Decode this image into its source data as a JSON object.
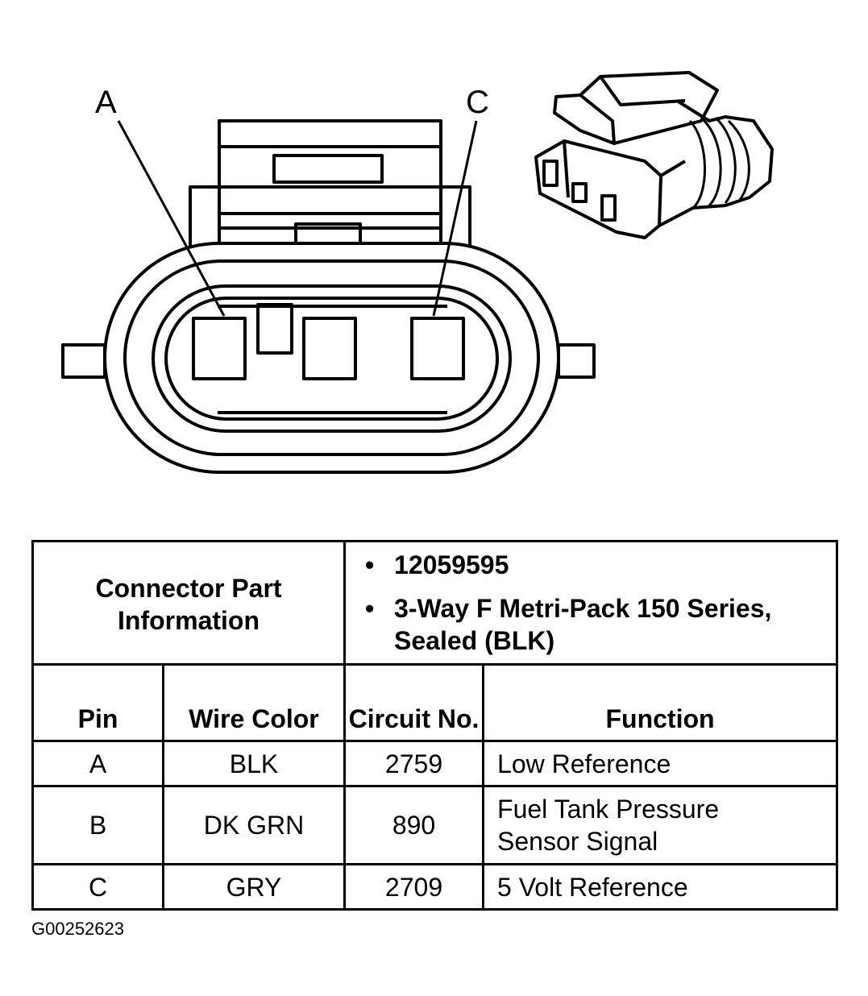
{
  "diagram": {
    "callouts": [
      "A",
      "C"
    ]
  },
  "connector_info": {
    "label": "Connector Part Information",
    "details": [
      "12059595",
      "3-Way F Metri-Pack 150 Series, Sealed (BLK)"
    ]
  },
  "table": {
    "headers": {
      "pin": "Pin",
      "wire_color": "Wire Color",
      "circuit_no": "Circuit No.",
      "function": "Function"
    },
    "rows": [
      {
        "pin": "A",
        "wire_color": "BLK",
        "circuit_no": "2759",
        "function": "Low Reference"
      },
      {
        "pin": "B",
        "wire_color": "DK GRN",
        "circuit_no": "890",
        "function": "Fuel Tank Pressure Sensor Signal"
      },
      {
        "pin": "C",
        "wire_color": "GRY",
        "circuit_no": "2709",
        "function": "5 Volt Reference"
      }
    ]
  },
  "footer": {
    "code": "G00252623"
  }
}
